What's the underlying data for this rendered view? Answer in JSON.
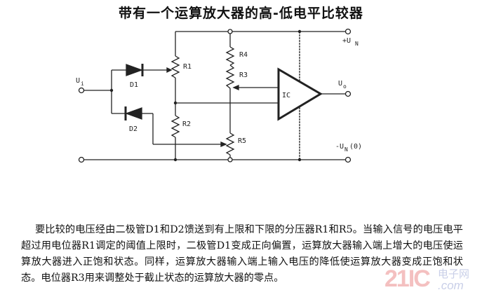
{
  "title": "带有一个运算放大器的高-低电平比较器",
  "labels": {
    "ui": "U",
    "ui_sub": "i",
    "d1": "D1",
    "d2": "D2",
    "r1": "R1",
    "r2": "R2",
    "r3": "R3",
    "r4": "R4",
    "r5": "R5",
    "ic": "IC",
    "uo": "U",
    "uo_sub": "o",
    "vplus": "+U",
    "vplus_sub": "N",
    "vminus": "-U",
    "vminus_sub": "N",
    "vminus_tail": "(0)"
  },
  "description": "要比较的电压经由二极管D1和D2馈送到有上限和下限的分压器R1和R5。当输入信号的电压电平超过用电位器R1调定的阈值上限时，二极管D1变成正向偏置，运算放大器输入端上增大的电压使运算放大器进入正饱和状态。同样，运算放大器输入端上输入电压的降低使运算放大器变成正饱和状态。电位器R3用来调整处于截止状态的运算放大器的零点。",
  "watermark": {
    "number": "21IC",
    "cn": "电子网",
    "com": ".com"
  }
}
